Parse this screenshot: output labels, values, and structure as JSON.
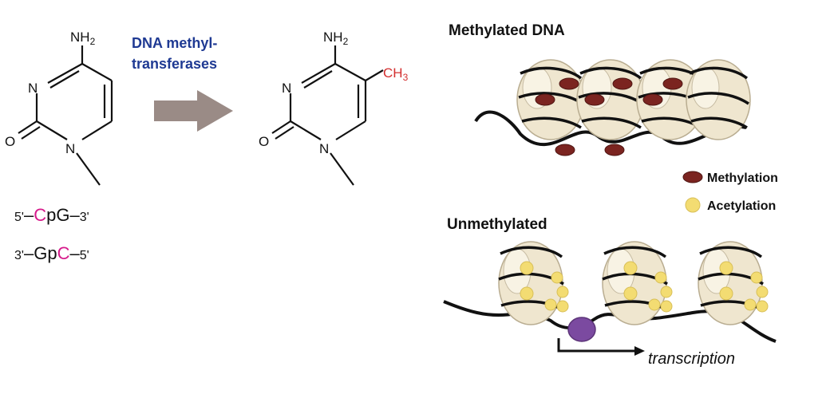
{
  "molecules": {
    "cytosine": {
      "amine": "NH",
      "amine_sub": "2",
      "ring_n": "N",
      "carbonyl_o": "O",
      "n1": "N"
    },
    "methylcytosine": {
      "amine": "NH",
      "amine_sub": "2",
      "methyl": "CH",
      "methyl_sub": "3",
      "ring_n": "N",
      "carbonyl_o": "O",
      "n1": "N"
    }
  },
  "enzyme": {
    "line1": "DNA methyl-",
    "line2": "transferases"
  },
  "strands": {
    "top": {
      "p5": "5'",
      "c": "C",
      "p": "p",
      "g": "G",
      "p3": "3'"
    },
    "bottom": {
      "p3": "3'",
      "g": "G",
      "p": "p",
      "c": "C",
      "p5": "5'"
    }
  },
  "sections": {
    "methylated_title": "Methylated DNA",
    "unmethylated_title": "Unmethylated"
  },
  "legend": {
    "methylation": "Methylation",
    "acetylation": "Acetylation"
  },
  "transcription_label": "transcription",
  "colors": {
    "cpg_highlight": "#d6198a",
    "methyl_red": "#d32f2f",
    "enzyme_blue": "#1f3a93",
    "arrow_gray": "#9a8b86",
    "methyl_mark": "#7b2420",
    "acetyl_mark": "#f3dc72",
    "histone": "#efe6cf",
    "polymerase": "#7b4aa0"
  }
}
